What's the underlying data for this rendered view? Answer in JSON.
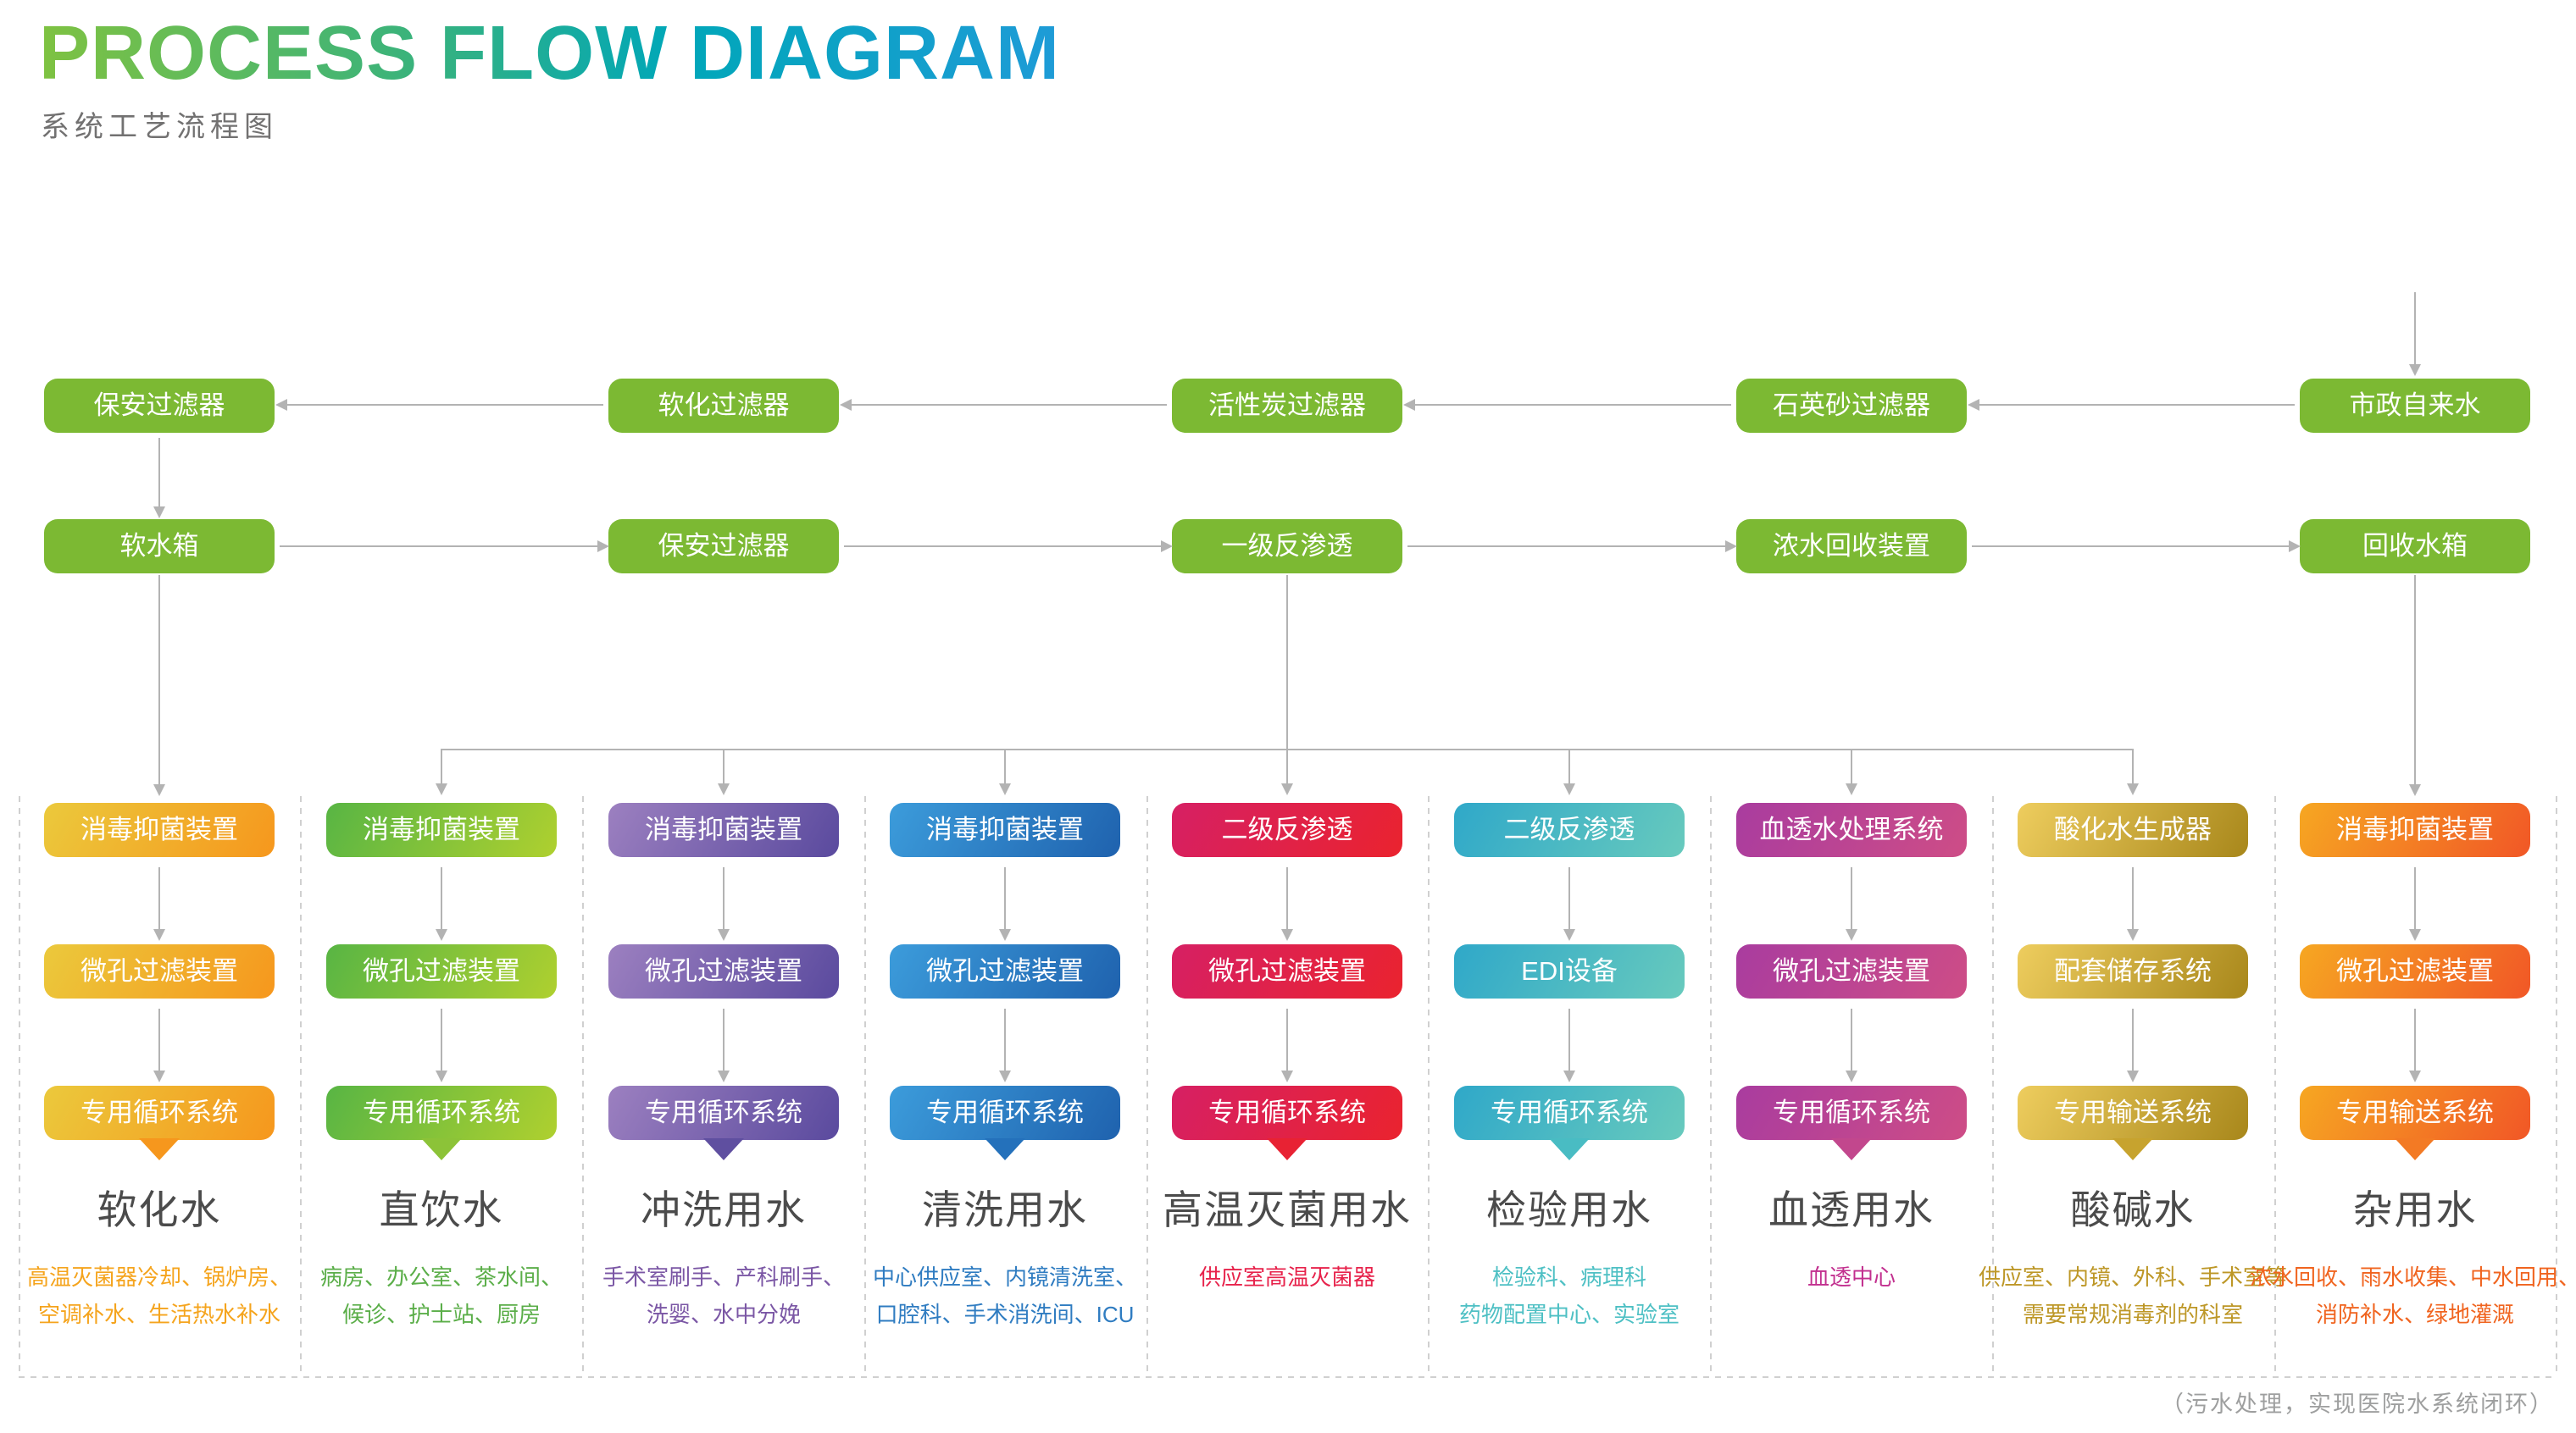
{
  "header": {
    "title": "PROCESS FLOW DIAGRAM",
    "subtitle": "系统工艺流程图"
  },
  "top_flow": {
    "row1": [
      "保安过滤器",
      "软化过滤器",
      "活性炭过滤器",
      "石英砂过滤器",
      "市政自来水"
    ],
    "row2": [
      "软水箱",
      "保安过滤器",
      "一级反渗透",
      "浓水回收装置",
      "回收水箱"
    ]
  },
  "columns": [
    {
      "title": "软化水",
      "steps": [
        "消毒抑菌装置",
        "微孔过滤装置",
        "专用循环系统"
      ],
      "desc": [
        "高温灭菌器冷却、锅炉房、",
        "空调补水、生活热水补水"
      ],
      "theme": {
        "from": "#EBC93C",
        "to": "#F6971D",
        "text": "#F5A41D"
      }
    },
    {
      "title": "直饮水",
      "steps": [
        "消毒抑菌装置",
        "微孔过滤装置",
        "专用循环系统"
      ],
      "desc": [
        "病房、办公室、茶水间、",
        "候诊、护士站、厨房"
      ],
      "theme": {
        "from": "#58B544",
        "to": "#AFD02F",
        "text": "#5BAE49"
      }
    },
    {
      "title": "冲洗用水",
      "steps": [
        "消毒抑菌装置",
        "微孔过滤装置",
        "专用循环系统"
      ],
      "desc": [
        "手术室刷手、产科刷手、",
        "洗婴、水中分娩"
      ],
      "theme": {
        "from": "#9C80C0",
        "to": "#5A4A9E",
        "text": "#7B57A5"
      }
    },
    {
      "title": "清洗用水",
      "steps": [
        "消毒抑菌装置",
        "微孔过滤装置",
        "专用循环系统"
      ],
      "desc": [
        "中心供应室、内镜清洗室、",
        "口腔科、手术消洗间、ICU"
      ],
      "theme": {
        "from": "#3C9CDB",
        "to": "#1F62AE",
        "text": "#2F7CC1"
      }
    },
    {
      "title": "高温灭菌用水",
      "steps": [
        "二级反渗透",
        "微孔过滤装置",
        "专用循环系统"
      ],
      "desc": [
        "供应室高温灭菌器"
      ],
      "theme": {
        "from": "#D62064",
        "to": "#EA232E",
        "text": "#E7224B"
      }
    },
    {
      "title": "检验用水",
      "steps": [
        "二级反渗透",
        "EDI设备",
        "专用循环系统"
      ],
      "desc": [
        "检验科、病理科",
        "药物配置中心、实验室"
      ],
      "theme": {
        "from": "#2FA8C9",
        "to": "#68CABD",
        "text": "#4EC0C4"
      }
    },
    {
      "title": "血透用水",
      "steps": [
        "血透水处理系统",
        "微孔过滤装置",
        "专用循环系统"
      ],
      "desc": [
        "血透中心"
      ],
      "theme": {
        "from": "#A93C9F",
        "to": "#CE4D86",
        "text": "#C2308F"
      }
    },
    {
      "title": "酸碱水",
      "steps": [
        "酸化水生成器",
        "配套储存系统",
        "专用输送系统"
      ],
      "desc": [
        "供应室、内镜、外科、手术室等",
        "需要常规消毒剂的科室"
      ],
      "theme": {
        "from": "#EECD5E",
        "to": "#A8871B",
        "text": "#BD9727"
      }
    },
    {
      "title": "杂用水",
      "steps": [
        "消毒抑菌装置",
        "微孔过滤装置",
        "专用输送系统"
      ],
      "desc": [
        "浓水回收、雨水收集、中水回用、",
        "消防补水、绿地灌溉"
      ],
      "theme": {
        "from": "#F6A722",
        "to": "#F15726",
        "text": "#F0641F"
      }
    }
  ],
  "footnote": "（污水处理，实现医院水系统闭环）",
  "colors": {
    "flow_box_green": "#7CB933",
    "arrow_gray": "#B3B3B3",
    "dashed_gray": "#D0D0D0",
    "title_gradient_start": "#7FC241",
    "title_gradient_end": "#1E9BD7",
    "column_title_text": "#4B4B4B",
    "subtitle_text": "#727171",
    "footnote_text": "#9E9F9F"
  }
}
